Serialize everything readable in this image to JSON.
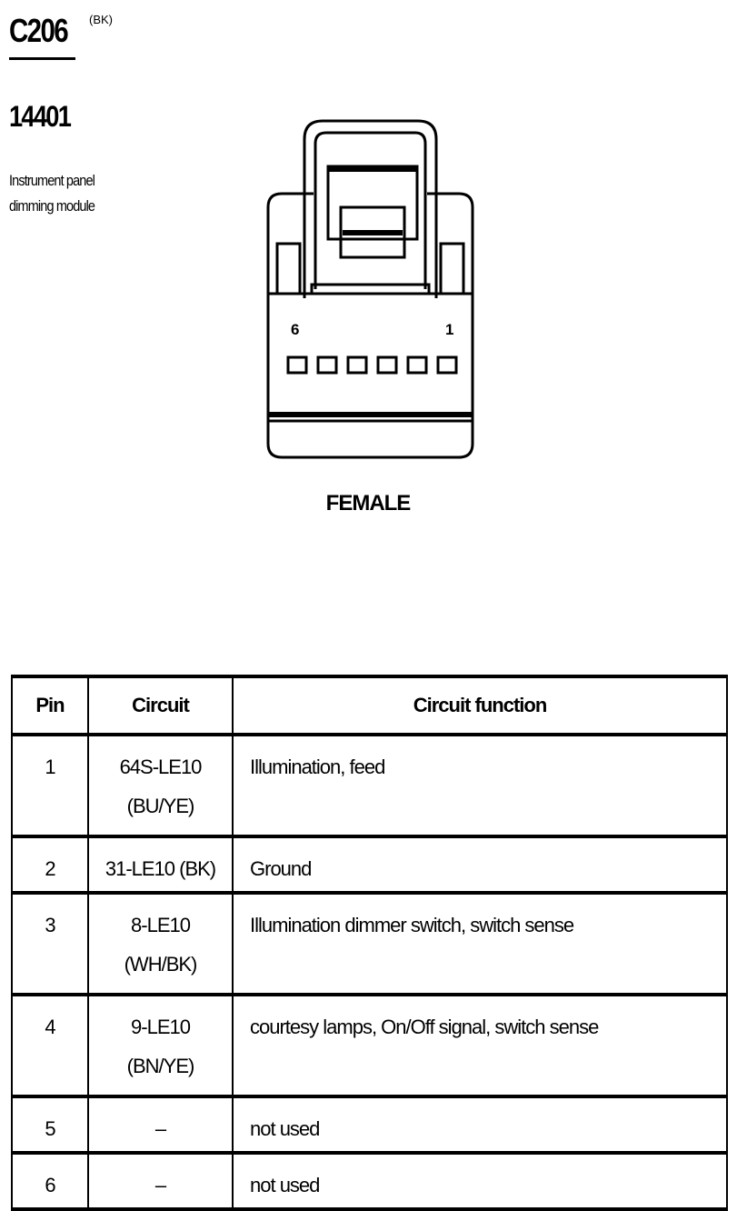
{
  "connector": {
    "id": "C206",
    "color": "(BK)",
    "part_number": "14401",
    "description_line1": "Instrument panel",
    "description_line2": "dimming module",
    "pin_label_left": "6",
    "pin_label_right": "1",
    "gender": "FEMALE"
  },
  "table": {
    "headers": {
      "pin": "Pin",
      "circuit": "Circuit",
      "function": "Circuit function"
    },
    "rows": [
      {
        "pin": "1",
        "circuit": "64S-LE10 (BU/YE)",
        "function": "Illumination, feed"
      },
      {
        "pin": "2",
        "circuit": "31-LE10 (BK)",
        "function": "Ground"
      },
      {
        "pin": "3",
        "circuit": "8-LE10 (WH/BK)",
        "function": "Illumination dimmer switch, switch sense"
      },
      {
        "pin": "4",
        "circuit": "9-LE10 (BN/YE)",
        "function": "courtesy lamps, On/Off signal, switch sense"
      },
      {
        "pin": "5",
        "circuit": "–",
        "function": "not used"
      },
      {
        "pin": "6",
        "circuit": "–",
        "function": "not used"
      }
    ]
  }
}
